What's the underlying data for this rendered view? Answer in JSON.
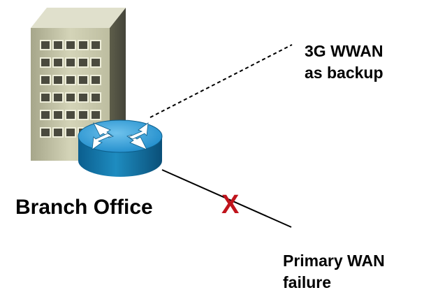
{
  "backup_link": {
    "line1": "3G WWAN",
    "line2": "as backup"
  },
  "branch": {
    "label": "Branch Office"
  },
  "primary_link": {
    "line1": "Primary WAN",
    "line2": "failure",
    "failure_mark": "X"
  },
  "colors": {
    "failure": "#c0141c",
    "router": "#1e8cc0",
    "building": "#c8c8a8"
  },
  "icons": {
    "building": "office-building-icon",
    "router": "router-icon"
  }
}
